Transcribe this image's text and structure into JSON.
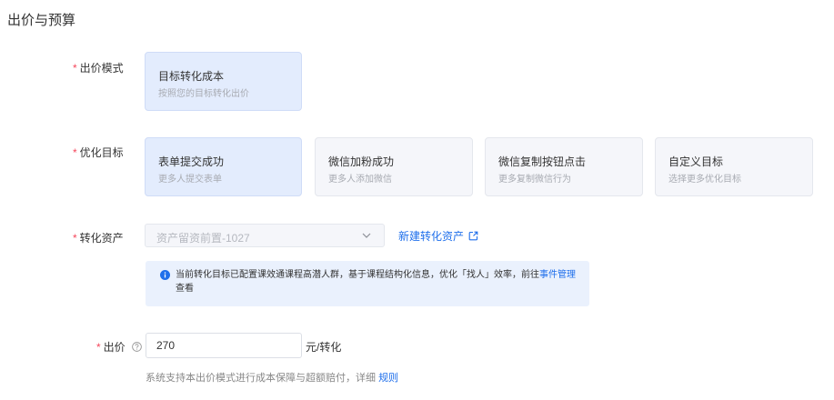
{
  "section": {
    "title": "出价与预算"
  },
  "bid_mode": {
    "label": "出价模式",
    "required": "*",
    "options": [
      {
        "title": "目标转化成本",
        "subtitle": "按照您的目标转化出价",
        "selected": true
      }
    ]
  },
  "optimization_goal": {
    "label": "优化目标",
    "required": "*",
    "options": [
      {
        "title": "表单提交成功",
        "subtitle": "更多人提交表单",
        "selected": true
      },
      {
        "title": "微信加粉成功",
        "subtitle": "更多人添加微信",
        "selected": false
      },
      {
        "title": "微信复制按钮点击",
        "subtitle": "更多复制微信行为",
        "selected": false
      },
      {
        "title": "自定义目标",
        "subtitle": "选择更多优化目标",
        "selected": false
      }
    ]
  },
  "conversion_asset": {
    "label": "转化资产",
    "required": "*",
    "selected_value": "资产留资前置-1027",
    "new_asset_link": "新建转化资产",
    "notice": {
      "text": "当前转化目标已配置课效通课程高潜人群，基于课程结构化信息，优化「找人」效率，前往",
      "link": "事件管理",
      "suffix": "查看"
    }
  },
  "bid": {
    "label": "出价",
    "required": "*",
    "value": "270",
    "unit": "元/转化",
    "footnote": "系统支持本出价模式进行成本保障与超额赔付，详细 ",
    "footnote_link": "规则"
  },
  "colors": {
    "accent": "#1f6feb",
    "required": "#f5475c",
    "selected_card_bg": "#e3ecfd",
    "card_bg": "#f5f6fa",
    "notice_bg": "#eaf1fd"
  }
}
